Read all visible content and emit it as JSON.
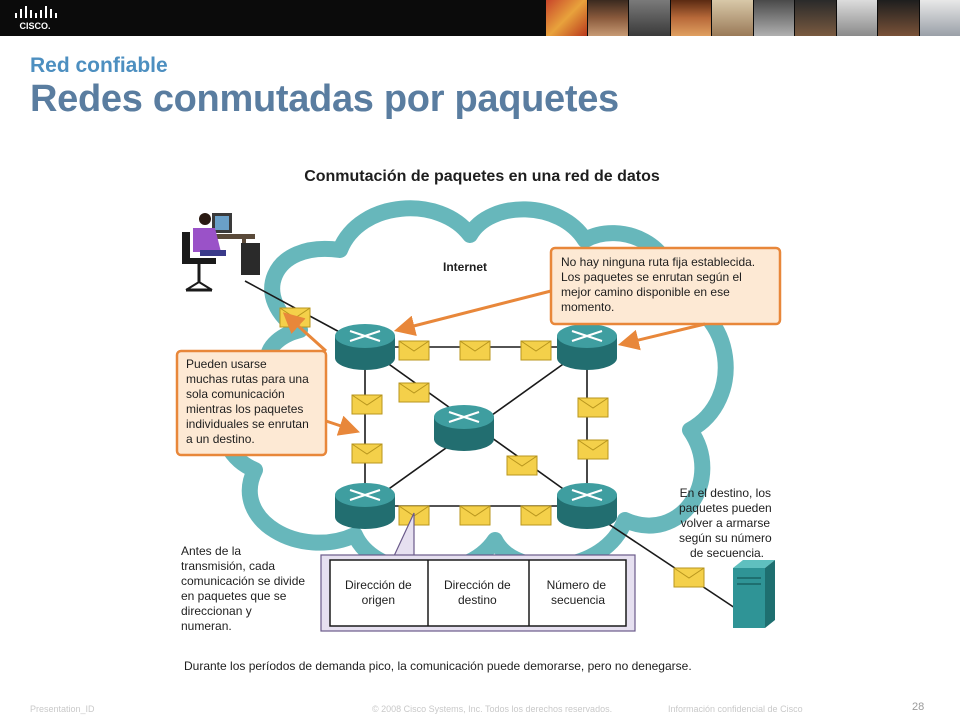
{
  "header": {
    "logo_text": "CISCO.",
    "subtitle": "Red confiable",
    "title": "Redes conmutadas por paquetes"
  },
  "diagram": {
    "title": "Conmutación de paquetes en una red de datos",
    "cloud_label": "Internet",
    "callout_routes": [
      "No hay ninguna ruta fija establecida.",
      "Los paquetes se enrutan según el",
      "mejor camino disponible en ese",
      "momento."
    ],
    "callout_paths": [
      "Pueden usarse",
      "muchas rutas para una",
      "sola comunicación",
      "mientras los paquetes",
      "individuales se enrutan",
      "a un destino."
    ],
    "note_destination": [
      "En el destino, los",
      "paquetes pueden",
      "volver a armarse",
      "según su número",
      "de secuencia."
    ],
    "note_transmission": [
      "Antes de la",
      "transmisión, cada",
      "comunicación se divide",
      "en paquetes que se",
      "direccionan y",
      "numeran."
    ],
    "packet_fields": [
      [
        "Dirección de",
        "origen"
      ],
      [
        "Dirección de",
        "destino"
      ],
      [
        "Número de",
        "secuencia"
      ]
    ],
    "caption": "Durante los períodos de demanda pico, la comunicación puede demorarse, pero no denegarse."
  },
  "footer": {
    "left": "Presentation_ID",
    "center": "© 2008 Cisco Systems, Inc. Todos los derechos reservados.",
    "right": "Información confidencial de Cisco",
    "page": "28"
  },
  "colors": {
    "cloud": "#5fb3b7",
    "router": "#2f8a8c",
    "callout_fill": "#fde9d4",
    "callout_border": "#e8873a",
    "envelope": "#f4d04a",
    "title_blue": "#5a7da0",
    "subtitle_blue": "#4d8fc0"
  }
}
